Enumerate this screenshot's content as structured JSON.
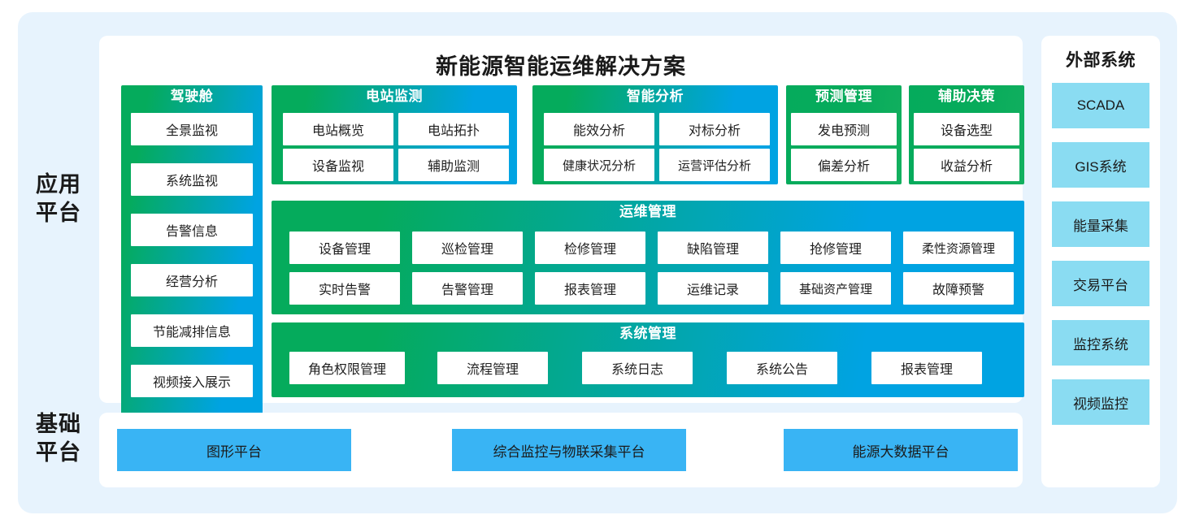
{
  "page": {
    "title": "新能源智能运维解决方案",
    "background_color": "#e7f3fd",
    "accent_green": "#05ab5c",
    "accent_blue": "#00a3e2",
    "infra_tile_color": "#39b4f4",
    "external_tile_color": "#8adcf2"
  },
  "tiers": {
    "application": {
      "line1": "应用",
      "line2": "平台"
    },
    "infrastructure": {
      "line1": "基础",
      "line2": "平台"
    }
  },
  "modules": {
    "cockpit": {
      "title": "驾驶舱",
      "items": [
        "全景监视",
        "系统监视",
        "告警信息",
        "经营分析",
        "节能减排信息",
        "视频接入展示"
      ]
    },
    "station_monitoring": {
      "title": "电站监测",
      "items": [
        "电站概览",
        "电站拓扑",
        "设备监视",
        "辅助监测"
      ]
    },
    "intelligent_analysis": {
      "title": "智能分析",
      "items": [
        "能效分析",
        "对标分析",
        "健康状况分析",
        "运营评估分析"
      ]
    },
    "forecast_management": {
      "title": "预测管理",
      "items": [
        "发电预测",
        "偏差分析"
      ]
    },
    "decision_support": {
      "title": "辅助决策",
      "items": [
        "设备选型",
        "收益分析"
      ]
    },
    "om_management": {
      "title": "运维管理",
      "items": [
        "设备管理",
        "巡检管理",
        "检修管理",
        "缺陷管理",
        "抢修管理",
        "柔性资源管理",
        "实时告警",
        "告警管理",
        "报表管理",
        "运维记录",
        "基础资产管理",
        "故障预警"
      ]
    },
    "system_management": {
      "title": "系统管理",
      "items": [
        "角色权限管理",
        "流程管理",
        "系统日志",
        "系统公告",
        "报表管理"
      ]
    }
  },
  "infrastructure_platforms": [
    "图形平台",
    "综合监控与物联采集平台",
    "能源大数据平台"
  ],
  "external_systems": {
    "title": "外部系统",
    "items": [
      "SCADA",
      "GIS系统",
      "能量采集",
      "交易平台",
      "监控系统",
      "视频监控"
    ]
  }
}
